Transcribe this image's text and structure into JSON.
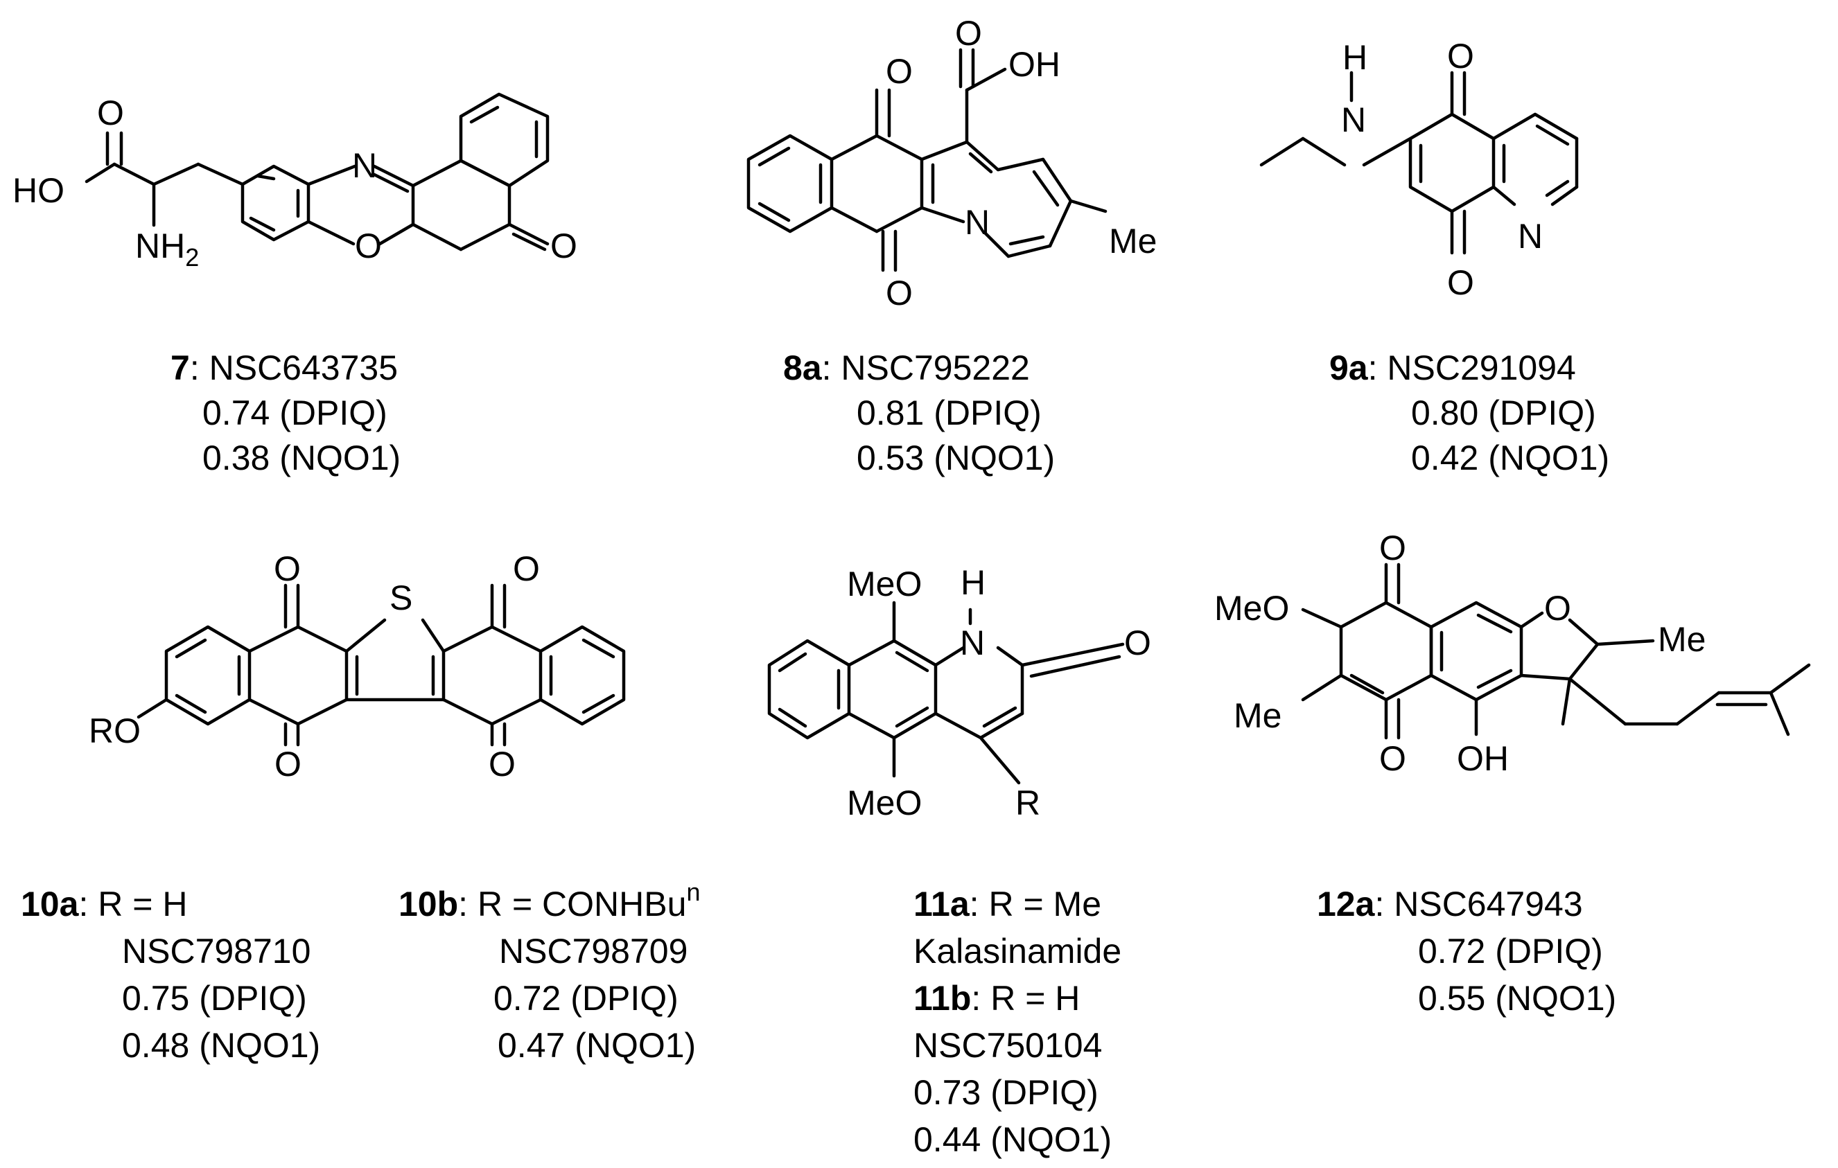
{
  "compounds": [
    {
      "id": "7",
      "line1": "NSC643735",
      "lines": [
        "0.74 (DPIQ)",
        "0.38 (NQO1)"
      ],
      "atoms": {
        "o_acid": "O",
        "ho": "HO",
        "nh2": "NH",
        "nh2_sub": "2",
        "n_ring": "N",
        "o_ring": "O",
        "o_keto": "O"
      }
    },
    {
      "id": "8a",
      "line1": "NSC795222",
      "lines": [
        "0.81 (DPIQ)",
        "0.53 (NQO1)"
      ],
      "atoms": {
        "o_top": "O",
        "o_carb": "O",
        "oh": "OH",
        "n_ring": "N",
        "me": "Me",
        "o_bot": "O"
      }
    },
    {
      "id": "9a",
      "line1": "NSC291094",
      "lines": [
        "0.80 (DPIQ)",
        "0.42 (NQO1)"
      ],
      "atoms": {
        "h": "H",
        "n_amine": "N",
        "o_top": "O",
        "n_ring": "N",
        "o_bot": "O"
      }
    },
    {
      "id": "10a",
      "line1": "R = H",
      "lines": [
        "NSC798710",
        "0.75 (DPIQ)",
        "0.48 (NQO1)"
      ],
      "atoms": {
        "o1": "O",
        "s": "S",
        "o2": "O",
        "o3": "O",
        "o4": "O",
        "ro": "RO"
      }
    },
    {
      "id": "10b",
      "line1": "R = CONHBu",
      "sup": "n",
      "lines": [
        "NSC798709",
        "0.72 (DPIQ)",
        "0.47 (NQO1)"
      ]
    },
    {
      "id": "11a",
      "line1": "R = Me",
      "lines": [
        "Kalasinamide"
      ],
      "atoms": {
        "meo_top": "MeO",
        "h": "H",
        "n": "N",
        "o": "O",
        "meo_bot": "MeO",
        "r": "R"
      }
    },
    {
      "id": "11b",
      "line1": "R = H",
      "lines": [
        "NSC750104",
        "0.73 (DPIQ)",
        "0.44 (NQO1)"
      ]
    },
    {
      "id": "12a",
      "line1": "NSC647943",
      "lines": [
        "0.72 (DPIQ)",
        "0.55 (NQO1)"
      ],
      "atoms": {
        "o_top": "O",
        "meo": "MeO",
        "o_ring": "O",
        "me_ring": "Me",
        "me_left": "Me",
        "o_bot": "O",
        "oh": "OH"
      }
    }
  ]
}
